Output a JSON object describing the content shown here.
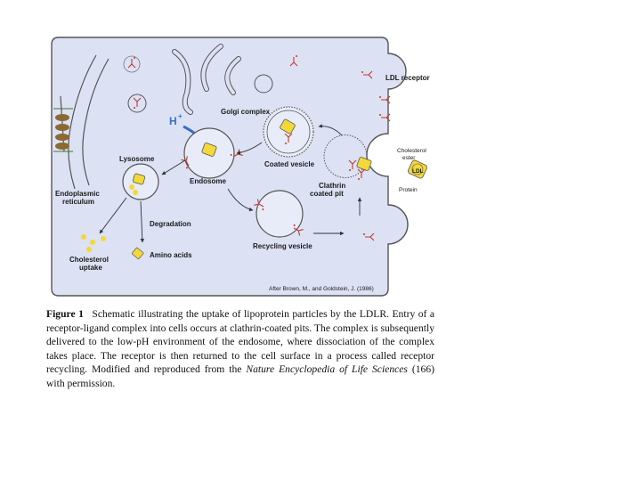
{
  "diagram": {
    "labels": {
      "ldl_receptor": "LDL receptor",
      "golgi": "Golgi complex",
      "h_plus": "H",
      "h_plus_sup": "+",
      "lysosome": "Lysosome",
      "endosome": "Endosome",
      "coated_vesicle": "Coated vesicle",
      "cholesterol_ester_1": "Cholesterol",
      "cholesterol_ester_2": "ester",
      "ldl": "LDL",
      "protein": "Protein",
      "clathrin_1": "Clathrin",
      "clathrin_2": "coated pit",
      "er_1": "Endoplasmic",
      "er_2": "reticulum",
      "degradation": "Degradation",
      "amino_acids": "Amino acids",
      "cholesterol_uptake_1": "Cholesterol",
      "cholesterol_uptake_2": "uptake",
      "recycling_vesicle": "Recycling vesicle",
      "credit": "After Brown, M., and Goldstein, J. (1986)"
    },
    "colors": {
      "cell_fill": "#dde1f4",
      "cell_stroke": "#555555",
      "receptor": "#c0392b",
      "ldl_particle": "#f3d83a",
      "arrow_blue": "#3a6fc4",
      "er_brown": "#8b6a32"
    }
  },
  "caption": {
    "figure_label": "Figure 1",
    "text_before_italic": "Schematic illustrating the uptake of lipoprotein particles by the LDLR. Entry of a receptor-ligand complex into cells occurs at clathrin-coated pits. The complex is subsequently delivered to the low-pH environment of the endosome, where dissociation of the complex takes place. The receptor is then returned to the cell surface in a process called receptor recycling. Modified and reproduced from the",
    "italic_source": "Nature Encyclopedia of Life Sciences",
    "text_after_italic": "(166) with permission."
  }
}
